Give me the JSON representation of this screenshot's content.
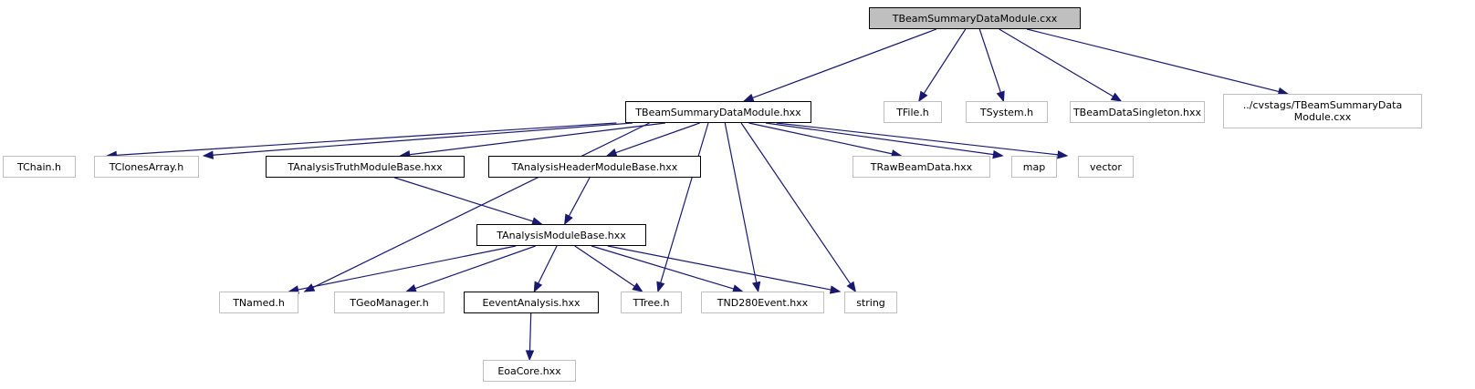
{
  "title": "TBeamSummaryDataModule.cxx include dependency graph",
  "colors": {
    "edge": "#191970",
    "root_fill": "#bfbfbf",
    "external_border": "#bfbfbf",
    "documented_border": "#000000"
  },
  "nodes": {
    "root": {
      "label": "TBeamSummaryDataModule.cxx",
      "kind": "root"
    },
    "hxx": {
      "label": "TBeamSummaryDataModule.hxx",
      "kind": "doc"
    },
    "tfile": {
      "label": "TFile.h",
      "kind": "ext"
    },
    "tsystem": {
      "label": "TSystem.h",
      "kind": "ext"
    },
    "singleton": {
      "label": "TBeamDataSingleton.hxx",
      "kind": "ext"
    },
    "cvstags": {
      "label": "../cvstags/TBeamSummaryData\nModule.cxx",
      "kind": "ext"
    },
    "tchain": {
      "label": "TChain.h",
      "kind": "ext"
    },
    "tclones": {
      "label": "TClonesArray.h",
      "kind": "ext"
    },
    "truth": {
      "label": "TAnalysisTruthModuleBase.hxx",
      "kind": "doc"
    },
    "header": {
      "label": "TAnalysisHeaderModuleBase.hxx",
      "kind": "doc"
    },
    "rawbeam": {
      "label": "TRawBeamData.hxx",
      "kind": "ext"
    },
    "map": {
      "label": "map",
      "kind": "ext"
    },
    "vector": {
      "label": "vector",
      "kind": "ext"
    },
    "amb": {
      "label": "TAnalysisModuleBase.hxx",
      "kind": "doc"
    },
    "tnamed": {
      "label": "TNamed.h",
      "kind": "ext"
    },
    "tgeo": {
      "label": "TGeoManager.h",
      "kind": "ext"
    },
    "eevent": {
      "label": "EeventAnalysis.hxx",
      "kind": "doc"
    },
    "ttree": {
      "label": "TTree.h",
      "kind": "ext"
    },
    "tnd280": {
      "label": "TND280Event.hxx",
      "kind": "ext"
    },
    "string": {
      "label": "string",
      "kind": "ext"
    },
    "eoacore": {
      "label": "EoaCore.hxx",
      "kind": "ext"
    }
  },
  "edges": [
    [
      "root",
      "hxx"
    ],
    [
      "root",
      "tfile"
    ],
    [
      "root",
      "tsystem"
    ],
    [
      "root",
      "singleton"
    ],
    [
      "root",
      "cvstags"
    ],
    [
      "hxx",
      "tchain"
    ],
    [
      "hxx",
      "tclones"
    ],
    [
      "hxx",
      "tnamed"
    ],
    [
      "hxx",
      "truth"
    ],
    [
      "hxx",
      "header"
    ],
    [
      "hxx",
      "ttree"
    ],
    [
      "hxx",
      "tnd280"
    ],
    [
      "hxx",
      "string"
    ],
    [
      "hxx",
      "rawbeam"
    ],
    [
      "hxx",
      "map"
    ],
    [
      "hxx",
      "vector"
    ],
    [
      "truth",
      "amb"
    ],
    [
      "header",
      "amb"
    ],
    [
      "amb",
      "tnamed"
    ],
    [
      "amb",
      "tgeo"
    ],
    [
      "amb",
      "eevent"
    ],
    [
      "amb",
      "ttree"
    ],
    [
      "amb",
      "tnd280"
    ],
    [
      "amb",
      "string"
    ],
    [
      "eevent",
      "eoacore"
    ]
  ]
}
